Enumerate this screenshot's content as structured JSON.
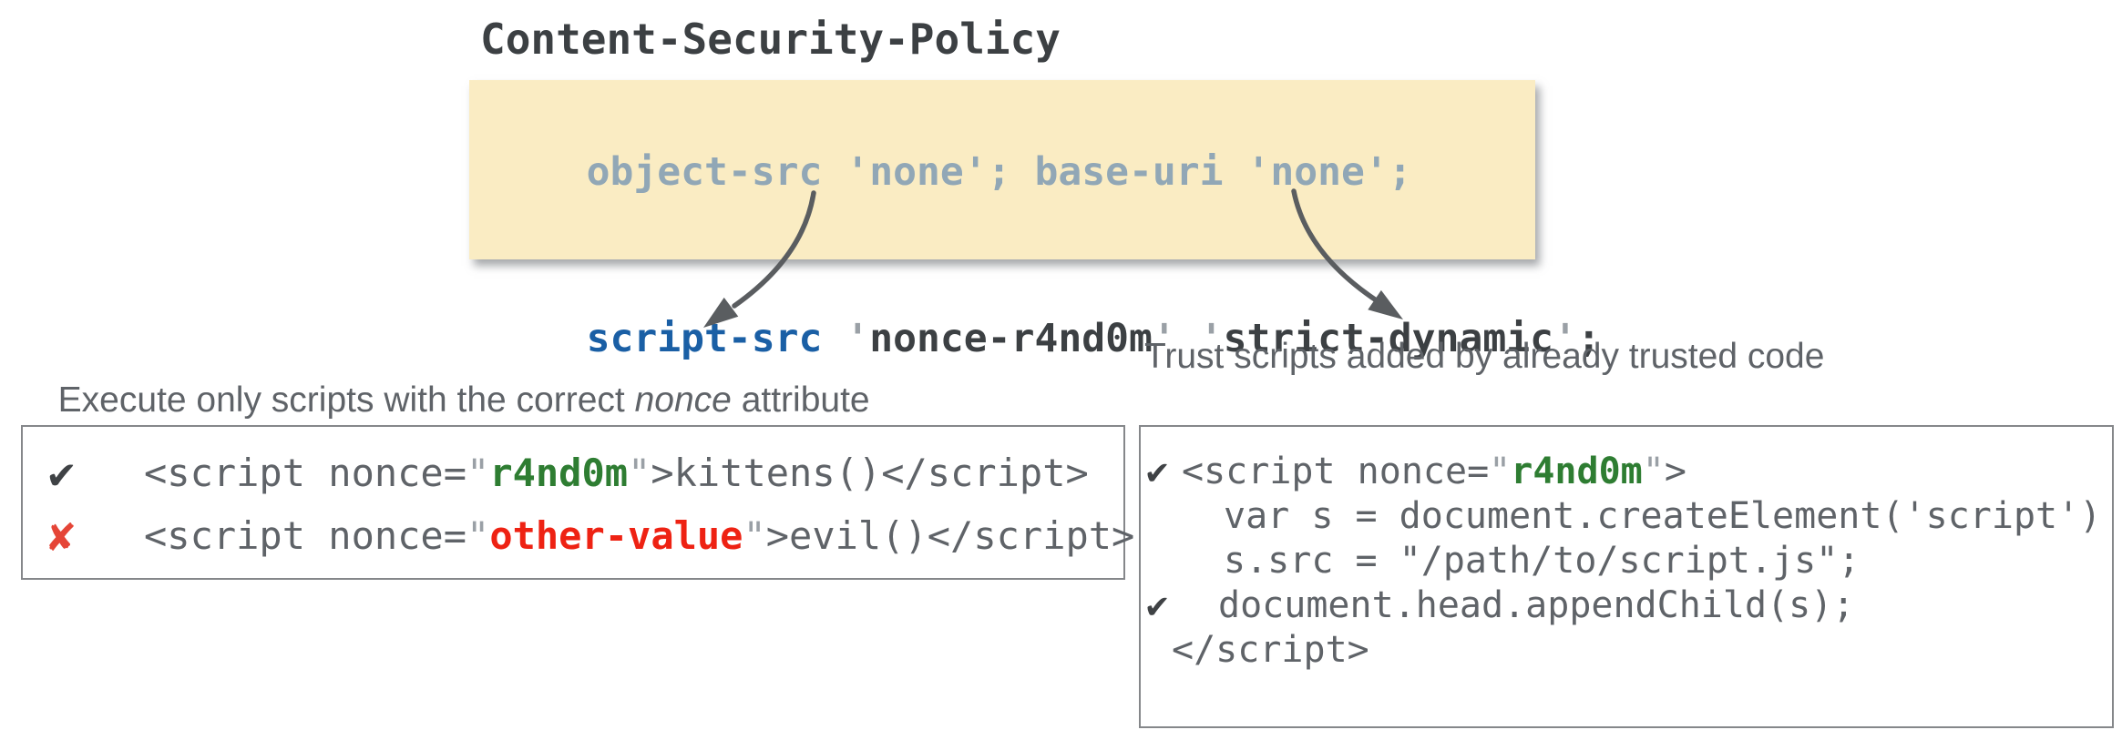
{
  "title": "Content-Security-Policy",
  "colors": {
    "background": "#FFFFFF",
    "title_text": "#3C4043",
    "policy_box_bg": "#FAECC3",
    "muted_directive": "#91A7B6",
    "script_src_blue": "#1A5FA5",
    "dark_code": "#3C4043",
    "light_quote": "#9AA0A6",
    "code_gray": "#5F6368",
    "nonce_green": "#2E7D32",
    "evil_red": "#EE2213",
    "cross_red": "#E54537",
    "check_dark": "#3F4245",
    "caption_gray": "#5F6368",
    "box_border": "#85878A",
    "arrow_gray": "#5A5D60"
  },
  "policy_box": {
    "line1": "object-src 'none'; base-uri 'none';",
    "line2_segments": [
      "script-src ",
      "'",
      "nonce-r4nd0m",
      "' '",
      "strict-dynamic",
      "'",
      ";"
    ]
  },
  "left_section": {
    "caption": {
      "pre": "Execute only scripts with the correct ",
      "italic": "nonce",
      "post": " attribute"
    },
    "box": {
      "rows": [
        {
          "marker": "✔",
          "segments": [
            "<script nonce=",
            "\"",
            "r4nd0m",
            "\"",
            ">kittens()</script>"
          ]
        },
        {
          "marker": "✘",
          "segments": [
            "<script nonce=",
            "\"",
            "other-value",
            "\"",
            ">evil()</script>"
          ]
        }
      ]
    }
  },
  "right_section": {
    "caption": "Trust scripts added by already trusted code",
    "box": {
      "rows": [
        {
          "marker": "✔",
          "segments": [
            "<script nonce=",
            "\"",
            "r4nd0m",
            "\"",
            ">"
          ]
        },
        {
          "text": "var s = document.createElement('script')"
        },
        {
          "text": "s.src = \"/path/to/script.js\";"
        },
        {
          "marker": "✔",
          "text": "document.head.appendChild(s);"
        },
        {
          "text": "</script>"
        }
      ]
    }
  },
  "icons": {
    "check": "✔",
    "cross": "✘"
  }
}
